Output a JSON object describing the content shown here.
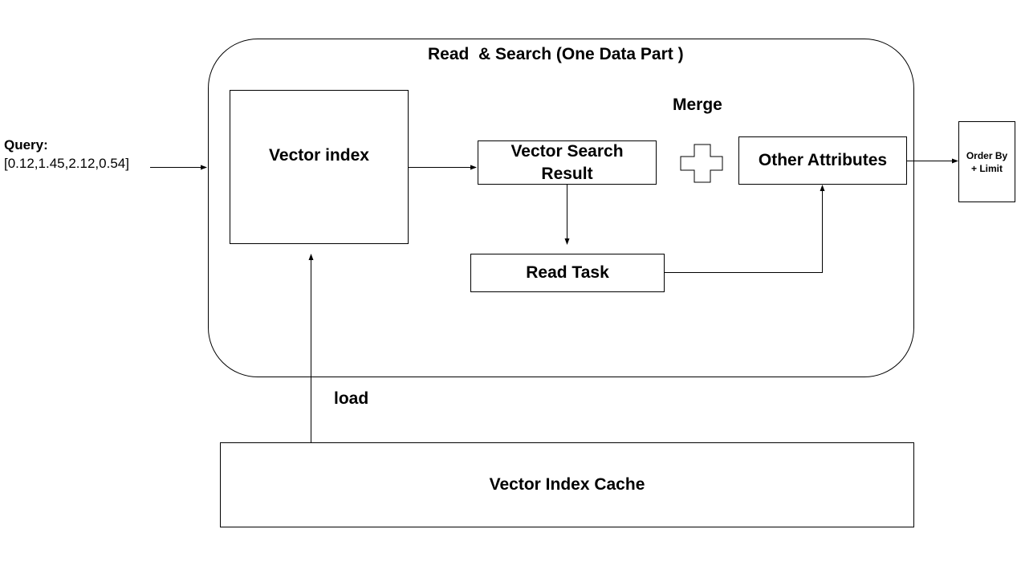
{
  "query": {
    "label": "Query:",
    "vector": "[0.12,1.45,2.12,0.54]"
  },
  "container": {
    "title": "Read  & Search (One Data Part )"
  },
  "nodes": {
    "vector_index": "Vector index",
    "vector_search_result_line1": "Vector Search",
    "vector_search_result_line2": "Result",
    "read_task": "Read Task",
    "other_attributes": "Other Attributes",
    "order_by_line1": "Order By",
    "order_by_line2": "+ Limit",
    "vector_index_cache": "Vector Index Cache"
  },
  "labels": {
    "merge": "Merge",
    "load": "load"
  }
}
